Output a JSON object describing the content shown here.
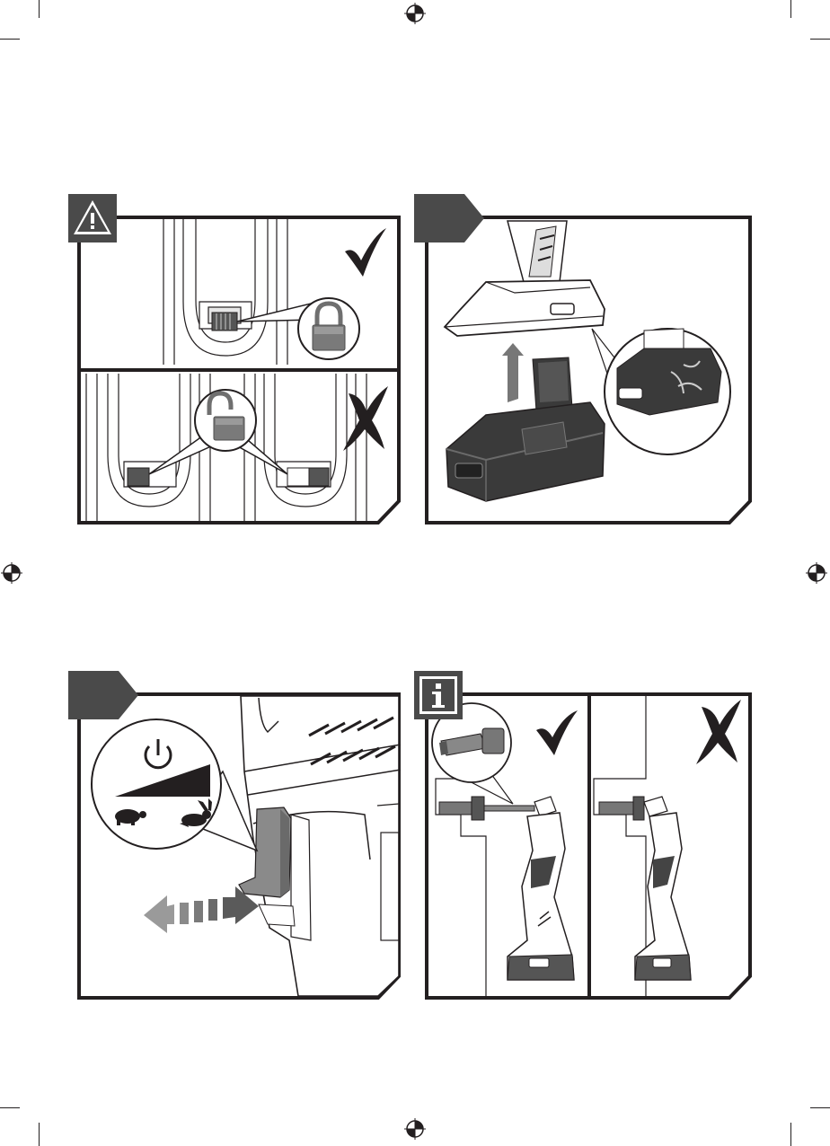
{
  "page": {
    "colors": {
      "ink": "#231f20",
      "badge": "#4a4a4a",
      "lock_gray": "#7a7a7a",
      "battery_dark": "#3a3a3a",
      "trigger_gray": "#8a8a8a"
    }
  },
  "panels": [
    {
      "id": "lock-panel",
      "badge_icon": "warning-triangle-icon",
      "top_mark_icon": "checkmark-icon",
      "bottom_mark_icon": "cross-icon",
      "locked_icon": "padlock-closed-icon",
      "unlocked_icon": "padlock-open-icon"
    },
    {
      "id": "battery-panel",
      "badge_icon": "step-badge",
      "arrow_icon": "arrow-up-icon"
    },
    {
      "id": "trigger-panel",
      "badge_icon": "step-badge",
      "power_icon": "power-icon",
      "slow_icon": "turtle-icon",
      "fast_icon": "rabbit-icon",
      "arrow_icon": "double-arrow-icon"
    },
    {
      "id": "extension-panel",
      "badge_icon": "info-icon",
      "correct_icon": "checkmark-icon",
      "wrong_icon": "cross-icon"
    }
  ]
}
